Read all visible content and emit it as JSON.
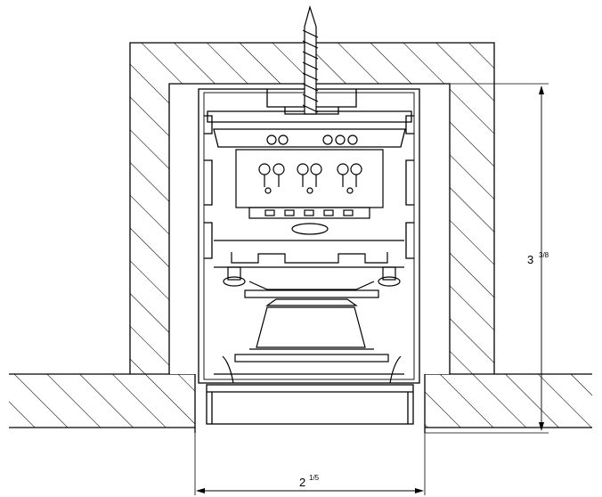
{
  "diagram": {
    "height_dimension": {
      "whole": "3",
      "fraction": "3/8"
    },
    "width_dimension": {
      "whole": "2",
      "fraction": "1/5"
    }
  },
  "colors": {
    "line": "#000000",
    "background": "#ffffff",
    "hatch": "#000000"
  }
}
